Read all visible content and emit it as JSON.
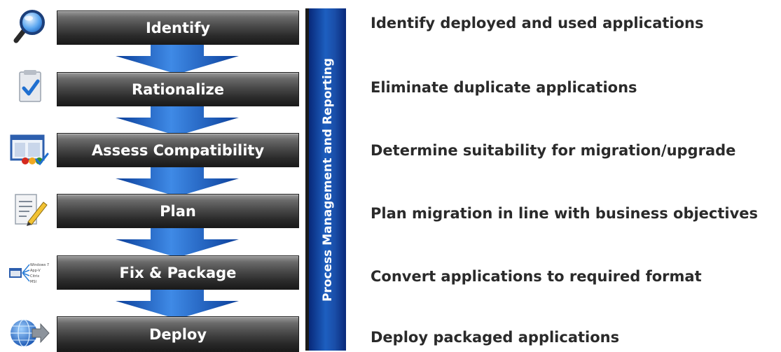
{
  "band": {
    "label": "Process Management and Reporting"
  },
  "steps": [
    {
      "label": "Identify",
      "description": "Identify deployed and used applications",
      "icon": "magnifier-icon"
    },
    {
      "label": "Rationalize",
      "description": "Eliminate duplicate applications",
      "icon": "checklist-icon"
    },
    {
      "label": "Assess Compatibility",
      "description": "Determine suitability for migration/upgrade",
      "icon": "compatibility-window-icon"
    },
    {
      "label": "Plan",
      "description": "Plan migration in line with business objectives",
      "icon": "document-pencil-icon"
    },
    {
      "label": "Fix & Package",
      "description": "Convert applications to required format",
      "icon": "package-formats-icon"
    },
    {
      "label": "Deploy",
      "description": "Deploy packaged applications",
      "icon": "globe-arrow-icon"
    }
  ],
  "package_icon_text": [
    "Windows 7",
    "App-V",
    "Citrix",
    "MSI"
  ],
  "colors": {
    "arrow_blue": "#1d64c8",
    "band_blue": "#0d3a92",
    "step_dark": "#2b2b2b"
  }
}
